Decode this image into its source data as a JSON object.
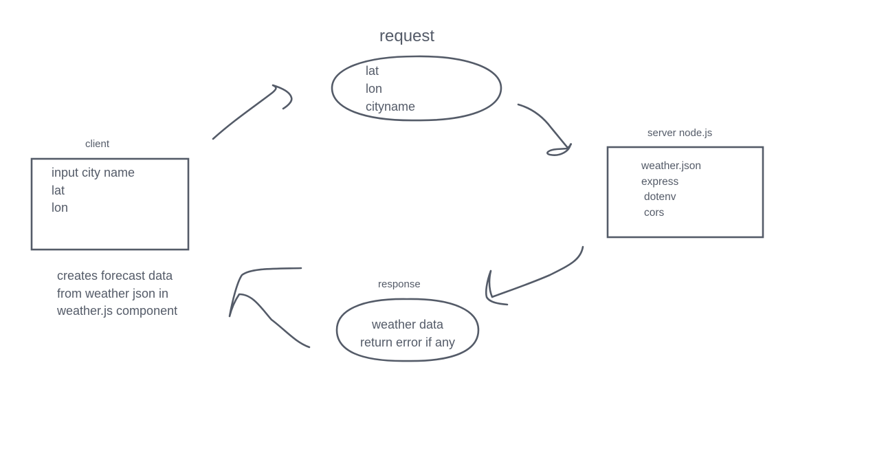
{
  "diagram": {
    "request": {
      "title": "request",
      "items": [
        "lat",
        "lon",
        "cityname"
      ]
    },
    "client": {
      "title": "client",
      "items": [
        "input city name",
        "lat",
        "lon"
      ]
    },
    "server": {
      "title": "server node.js",
      "items": [
        "weather.json",
        "express",
        "dotenv",
        "cors"
      ]
    },
    "response": {
      "title": "response",
      "items": [
        "weather data",
        "return error if any"
      ]
    },
    "note": {
      "lines": [
        "creates forecast data",
        "from weather json in",
        "weather.js component"
      ]
    },
    "stroke_color": "#545b68"
  }
}
